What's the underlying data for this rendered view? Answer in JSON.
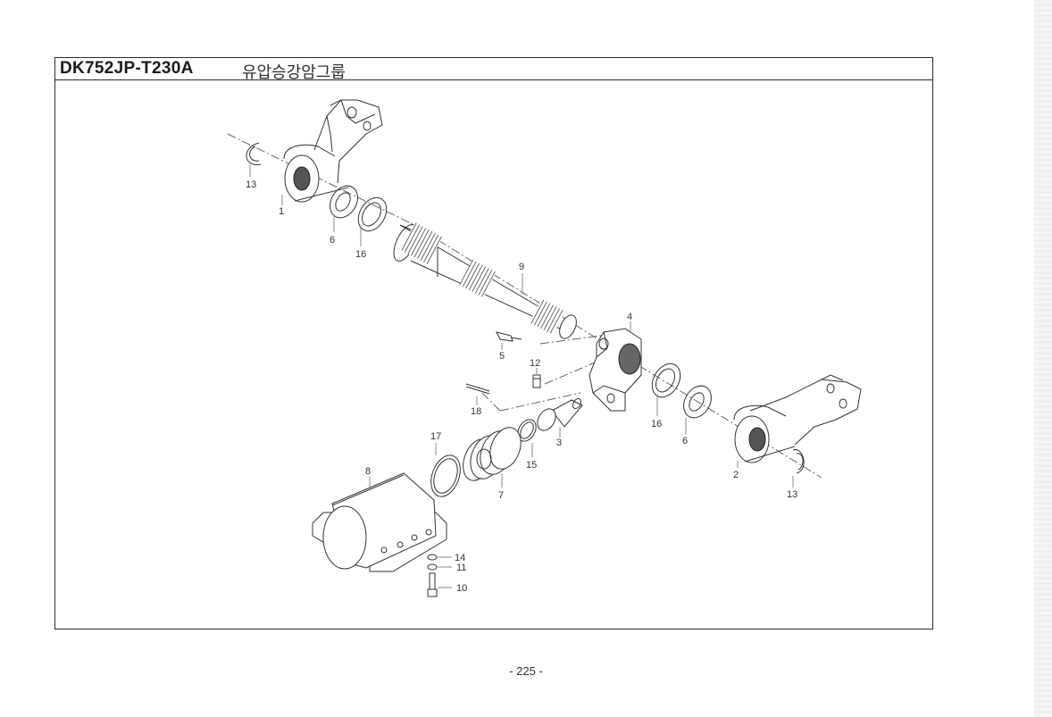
{
  "header": {
    "code": "DK752JP-T230A",
    "title": "유압승강암그룹"
  },
  "callouts": [
    {
      "number": "1"
    },
    {
      "number": "2"
    },
    {
      "number": "3"
    },
    {
      "number": "4"
    },
    {
      "number": "5"
    },
    {
      "number": "6"
    },
    {
      "number": "6"
    },
    {
      "number": "7"
    },
    {
      "number": "8"
    },
    {
      "number": "9"
    },
    {
      "number": "10"
    },
    {
      "number": "11"
    },
    {
      "number": "12"
    },
    {
      "number": "13"
    },
    {
      "number": "13"
    },
    {
      "number": "14"
    },
    {
      "number": "15"
    },
    {
      "number": "16"
    },
    {
      "number": "16"
    },
    {
      "number": "17"
    },
    {
      "number": "18"
    }
  ],
  "footer": {
    "page": "- 225 -"
  }
}
